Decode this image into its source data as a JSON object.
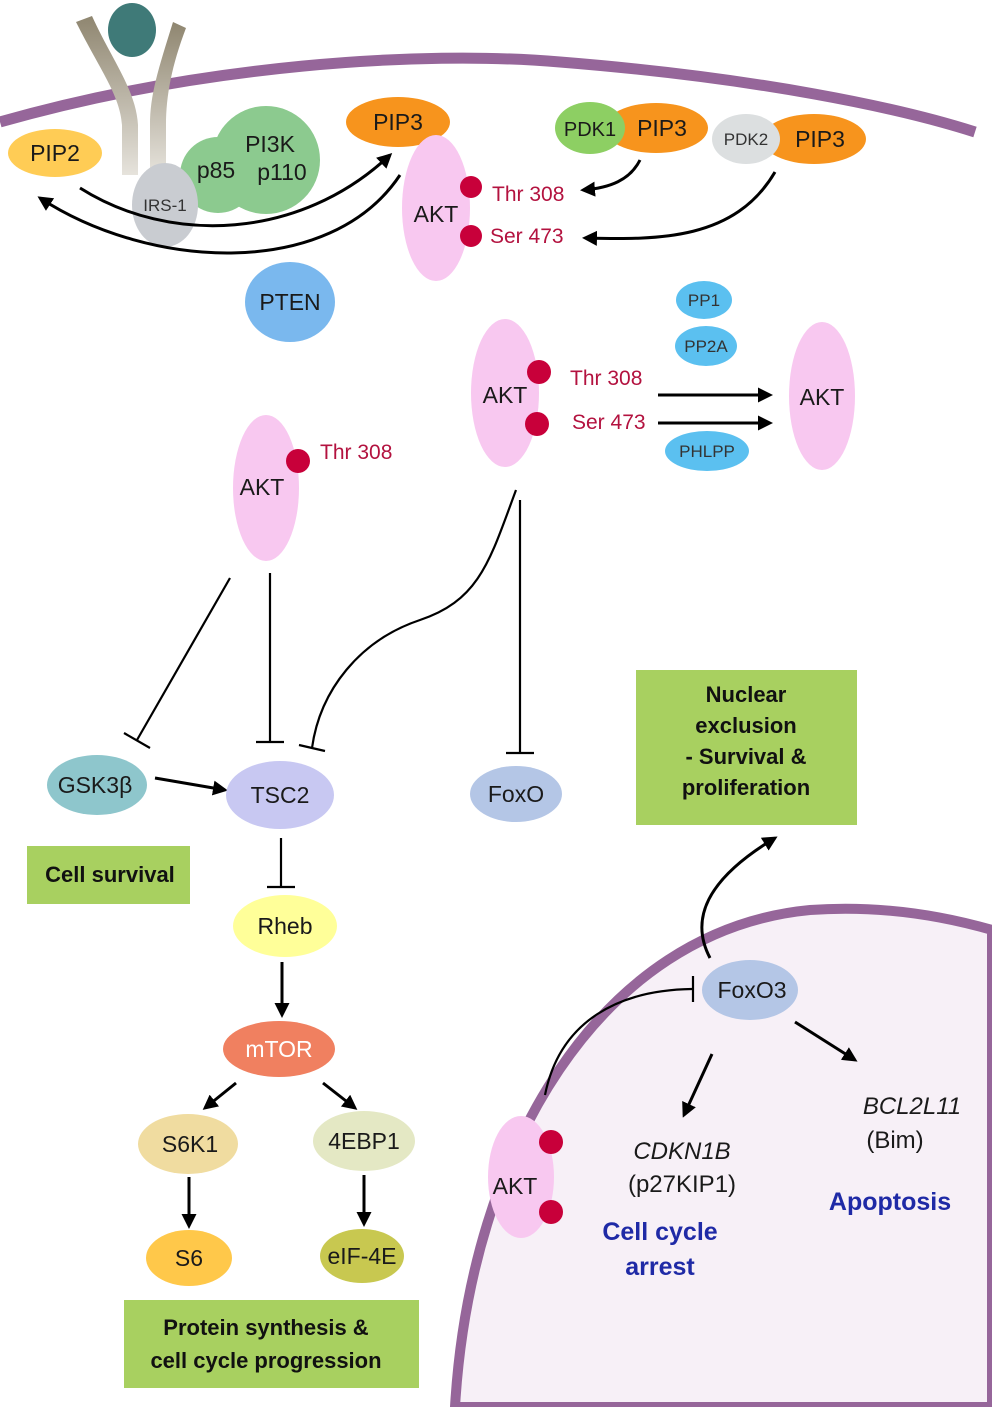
{
  "labels": {
    "pip2": "PIP2",
    "pip3_main": "PIP3",
    "pip3_pdk1": "PIP3",
    "pip3_pdk2": "PIP3",
    "pdk1": "PDK1",
    "pdk2": "PDK2",
    "irs1": "IRS-1",
    "pi3k": "PI3K",
    "p85": "p85",
    "p110": "p110",
    "pten": "PTEN",
    "akt": "AKT",
    "thr308": "Thr 308",
    "ser473": "Ser 473",
    "pp1": "PP1",
    "pp2a": "PP2A",
    "phlpp": "PHLPP",
    "gsk3b": "GSK3β",
    "tsc2": "TSC2",
    "foxo": "FoxO",
    "foxo3": "FoxO3",
    "rheb": "Rheb",
    "mtor": "mTOR",
    "s6k1": "S6K1",
    "ebp1": "4EBP1",
    "s6": "S6",
    "eif4e": "eIF-4E",
    "cdkn1b": "CDKN1B",
    "p27": "(p27KIP1)",
    "bcl2l11": "BCL2L11",
    "bim": "(Bim)"
  },
  "outcomes": {
    "cell_survival": "Cell survival",
    "nuclear": [
      "Nuclear",
      "exclusion",
      "- Survival &",
      "proliferation"
    ],
    "protein": [
      "Protein synthesis &",
      "cell cycle progression"
    ],
    "cell_cycle_arrest": [
      "Cell cycle",
      "arrest"
    ],
    "apoptosis": "Apoptosis"
  },
  "colors": {
    "membrane": "#96669a",
    "nucleus_fill": "#f7f0f7",
    "akt": "#f8c8f0",
    "phospho_site": "#c8003a",
    "pip2": "#ffcc55",
    "pip3": "#f7941d",
    "pdk1": "#8dcf63",
    "pdk2": "#dcdfe0",
    "pi3k": "#8cca8f",
    "irs1": "#c9ccd1",
    "receptor_ligand": "#3f7a78",
    "pten": "#7ab8ee",
    "phosphatase": "#5bc0f0",
    "gsk3b": "#8ec6cc",
    "tsc2": "#c8c8f2",
    "foxo": "#b4c6e6",
    "rheb": "#ffff99",
    "mtor": "#f08060",
    "s6k1": "#f0dca0",
    "ebp1": "#e4e8c4",
    "s6": "#ffc84a",
    "eif4e": "#c8c850",
    "outcome_box": "#a8d060",
    "outcome_text_blue": "#1f2aa6"
  },
  "icons": [
    "receptor-icon",
    "ligand-icon",
    "activation-arrow-icon",
    "inhibition-bar-icon"
  ]
}
